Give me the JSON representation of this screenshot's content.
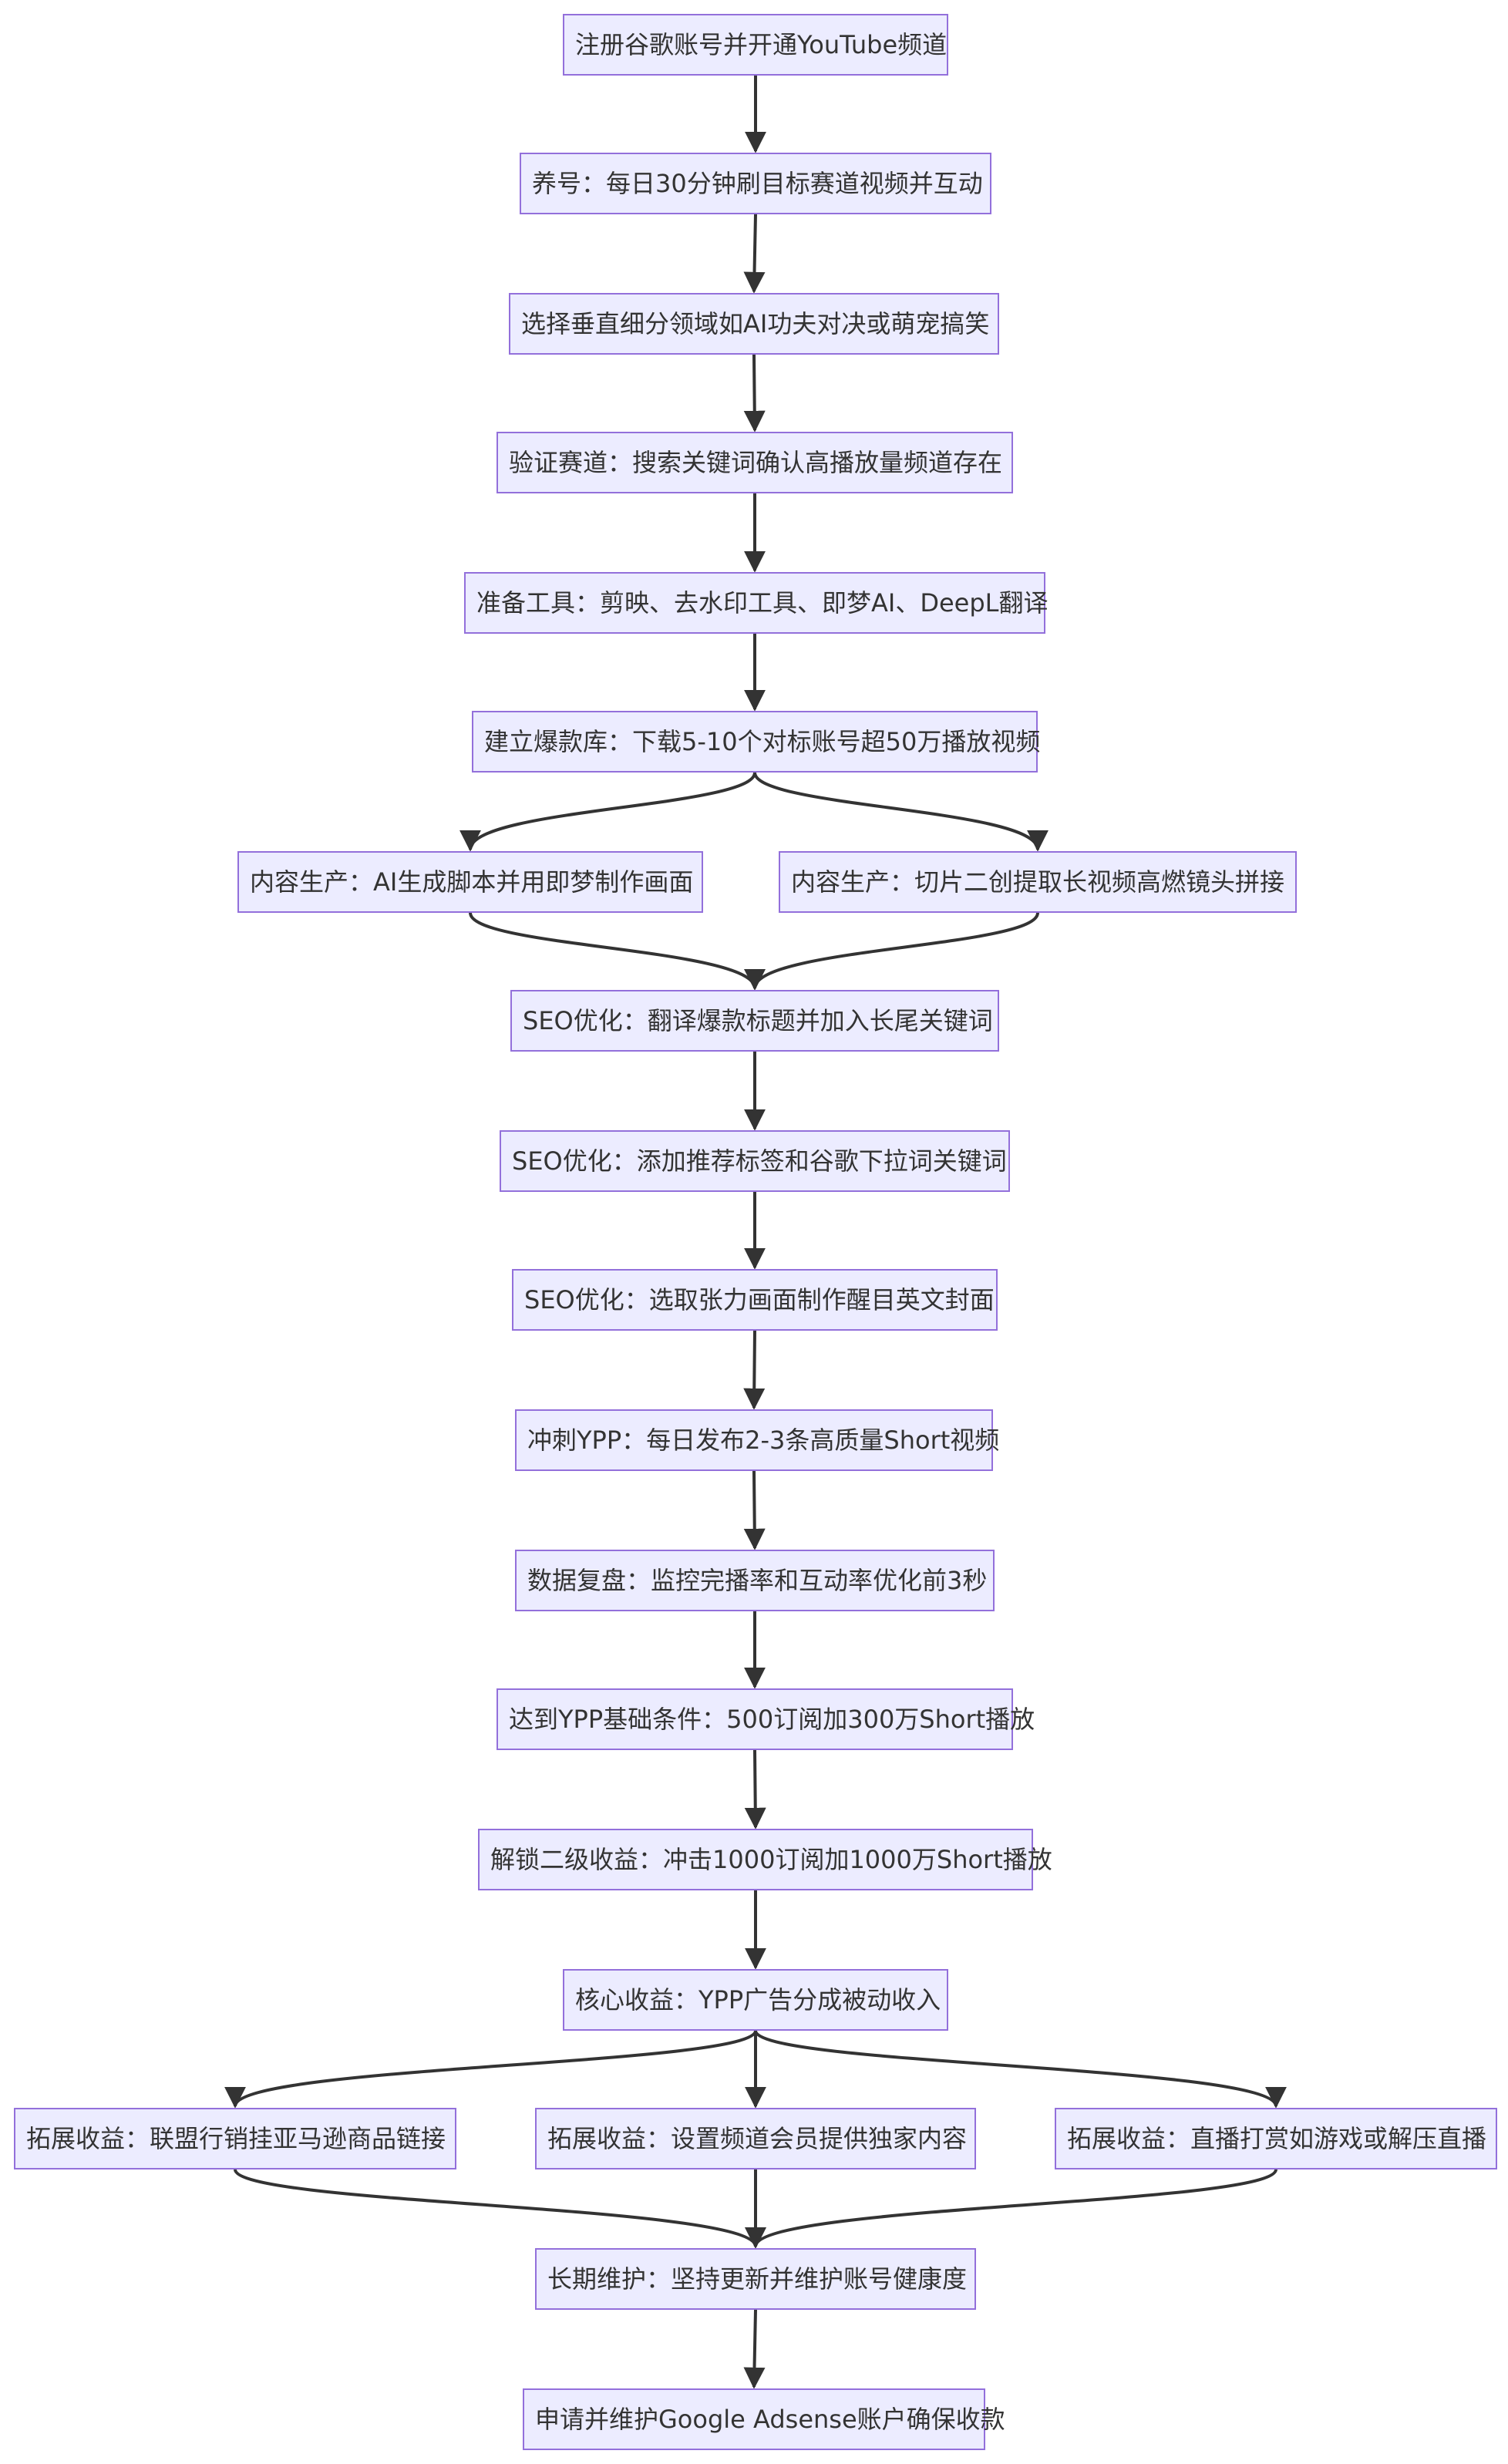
{
  "colors": {
    "node_fill": "#ececff",
    "node_border": "#9370db",
    "text": "#333333",
    "edge": "#333333"
  },
  "nodes": [
    {
      "id": "n1",
      "label": "注册谷歌账号并开通YouTube频道"
    },
    {
      "id": "n2",
      "label": "养号：每日30分钟刷目标赛道视频并互动"
    },
    {
      "id": "n3",
      "label": "选择垂直细分领域如AI功夫对决或萌宠搞笑"
    },
    {
      "id": "n4",
      "label": "验证赛道：搜索关键词确认高播放量频道存在"
    },
    {
      "id": "n5",
      "label": "准备工具：剪映、去水印工具、即梦AI、DeepL翻译"
    },
    {
      "id": "n6",
      "label": "建立爆款库：下载5-10个对标账号超50万播放视频"
    },
    {
      "id": "n7a",
      "label": "内容生产：AI生成脚本并用即梦制作画面"
    },
    {
      "id": "n7b",
      "label": "内容生产：切片二创提取长视频高燃镜头拼接"
    },
    {
      "id": "n8",
      "label": "SEO优化：翻译爆款标题并加入长尾关键词"
    },
    {
      "id": "n9",
      "label": "SEO优化：添加推荐标签和谷歌下拉词关键词"
    },
    {
      "id": "n10",
      "label": "SEO优化：选取张力画面制作醒目英文封面"
    },
    {
      "id": "n11",
      "label": "冲刺YPP：每日发布2-3条高质量Short视频"
    },
    {
      "id": "n12",
      "label": "数据复盘：监控完播率和互动率优化前3秒"
    },
    {
      "id": "n13",
      "label": "达到YPP基础条件：500订阅加300万Short播放"
    },
    {
      "id": "n14",
      "label": "解锁二级收益：冲击1000订阅加1000万Short播放"
    },
    {
      "id": "n15",
      "label": "核心收益：YPP广告分成被动收入"
    },
    {
      "id": "n16a",
      "label": "拓展收益：联盟行销挂亚马逊商品链接"
    },
    {
      "id": "n16b",
      "label": "拓展收益：设置频道会员提供独家内容"
    },
    {
      "id": "n16c",
      "label": "拓展收益：直播打赏如游戏或解压直播"
    },
    {
      "id": "n17",
      "label": "长期维护：坚持更新并维护账号健康度"
    },
    {
      "id": "n18",
      "label": "申请并维护Google Adsense账户确保收款"
    }
  ],
  "edges": [
    [
      "n1",
      "n2"
    ],
    [
      "n2",
      "n3"
    ],
    [
      "n3",
      "n4"
    ],
    [
      "n4",
      "n5"
    ],
    [
      "n5",
      "n6"
    ],
    [
      "n6",
      "n7a"
    ],
    [
      "n6",
      "n7b"
    ],
    [
      "n7a",
      "n8"
    ],
    [
      "n7b",
      "n8"
    ],
    [
      "n8",
      "n9"
    ],
    [
      "n9",
      "n10"
    ],
    [
      "n10",
      "n11"
    ],
    [
      "n11",
      "n12"
    ],
    [
      "n12",
      "n13"
    ],
    [
      "n13",
      "n14"
    ],
    [
      "n14",
      "n15"
    ],
    [
      "n15",
      "n16a"
    ],
    [
      "n15",
      "n16b"
    ],
    [
      "n15",
      "n16c"
    ],
    [
      "n16a",
      "n17"
    ],
    [
      "n16b",
      "n17"
    ],
    [
      "n16c",
      "n17"
    ],
    [
      "n17",
      "n18"
    ]
  ]
}
